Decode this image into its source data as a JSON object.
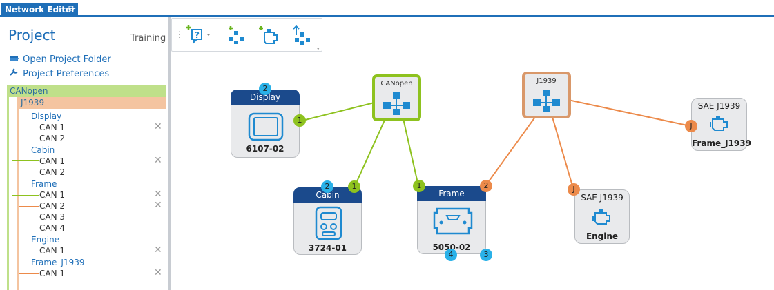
{
  "tab": {
    "label": "Network Editor",
    "pin": "⊡"
  },
  "project": {
    "title": "Project",
    "mode": "Training",
    "links": [
      {
        "label": "Open Project Folder"
      },
      {
        "label": "Project Preferences"
      }
    ]
  },
  "tree": {
    "canopen": "CANopen",
    "j1939": "J1939",
    "devices": [
      {
        "name": "Display",
        "ports": [
          "CAN 1",
          "CAN 2"
        ]
      },
      {
        "name": "Cabin",
        "ports": [
          "CAN 1",
          "CAN 2"
        ]
      },
      {
        "name": "Frame",
        "ports": [
          "CAN 1",
          "CAN 2",
          "CAN 3",
          "CAN 4"
        ]
      },
      {
        "name": "Engine",
        "ports": [
          "CAN 1"
        ]
      },
      {
        "name": "Frame_J1939",
        "ports": [
          "CAN 1"
        ]
      }
    ]
  },
  "canvas": {
    "networks": {
      "canopen": "CANopen",
      "j1939": "J1939"
    },
    "nodes": {
      "display": {
        "title": "Display",
        "part": "6107-02",
        "badge": "2"
      },
      "cabin": {
        "title": "Cabin",
        "part": "3724-01",
        "badge": "2"
      },
      "frame": {
        "title": "Frame",
        "part": "5050-02",
        "badge4": "4",
        "badge3": "3"
      },
      "sae_frame": {
        "title": "SAE J1939",
        "name": "Frame_J1939"
      },
      "sae_engine": {
        "title": "SAE J1939",
        "name": "Engine"
      }
    },
    "connection_badges": {
      "display_canopen": "1",
      "cabin_canopen": "1",
      "frame_canopen": "1",
      "frame_j1939": "2",
      "engine_j1939": "J",
      "frame_j1939_node": "J"
    }
  },
  "colors": {
    "accent": "#1f6fb8",
    "canopen": "#8ec21f",
    "j1939": "#ec8a4a",
    "header": "#1b4a8c",
    "port_blue": "#2ab1e8"
  }
}
